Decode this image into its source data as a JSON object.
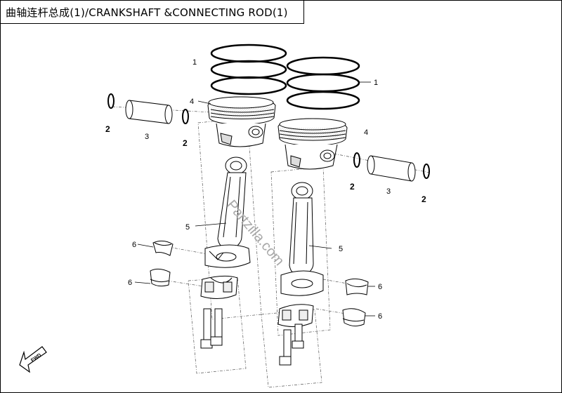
{
  "title": "曲轴连杆总成(1)/CRANKSHAFT &CONNECTING ROD(1)",
  "watermark": "Partzilla.com",
  "fwd_label": "FWD",
  "callouts": {
    "rings_left": "1",
    "rings_right": "1",
    "clip_left_outer": "2",
    "clip_left_inner": "2",
    "clip_right_inner": "2",
    "clip_right_outer": "2",
    "pin_left": "3",
    "pin_right": "3",
    "piston_left": "4",
    "piston_right": "4",
    "rod_left": "5",
    "rod_right": "5",
    "bearing_left_upper": "6",
    "bearing_left_lower": "6",
    "bearing_right_upper": "6",
    "bearing_right_lower": "6"
  }
}
